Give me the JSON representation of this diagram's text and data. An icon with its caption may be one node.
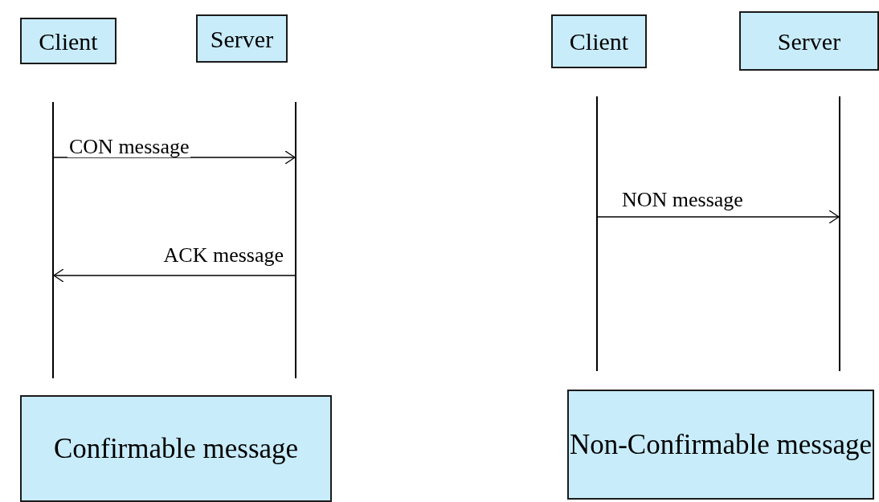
{
  "diagram": {
    "nodes": [
      {
        "text": [
          "Client"
        ]
      },
      {
        "text": [
          "Server"
        ]
      },
      {
        "text": [],
        "shape": "line"
      },
      {
        "text": [],
        "shape": "line"
      },
      {
        "text": [
          "Confirmable message"
        ]
      },
      {
        "text": [
          "Client"
        ]
      },
      {
        "text": [
          "Server"
        ]
      },
      {
        "text": [],
        "shape": "line"
      },
      {
        "text": [],
        "shape": "line"
      },
      {
        "text": [
          "Non-Confirmable message"
        ]
      }
    ],
    "edges": [
      {
        "from": 2,
        "to": 3,
        "arrow": "to",
        "label": "CON message"
      },
      {
        "from": 3,
        "to": 2,
        "arrow": "to",
        "label": "ACK message"
      },
      {
        "from": 7,
        "to": 8,
        "arrow": "to",
        "label": "NON message"
      }
    ]
  }
}
